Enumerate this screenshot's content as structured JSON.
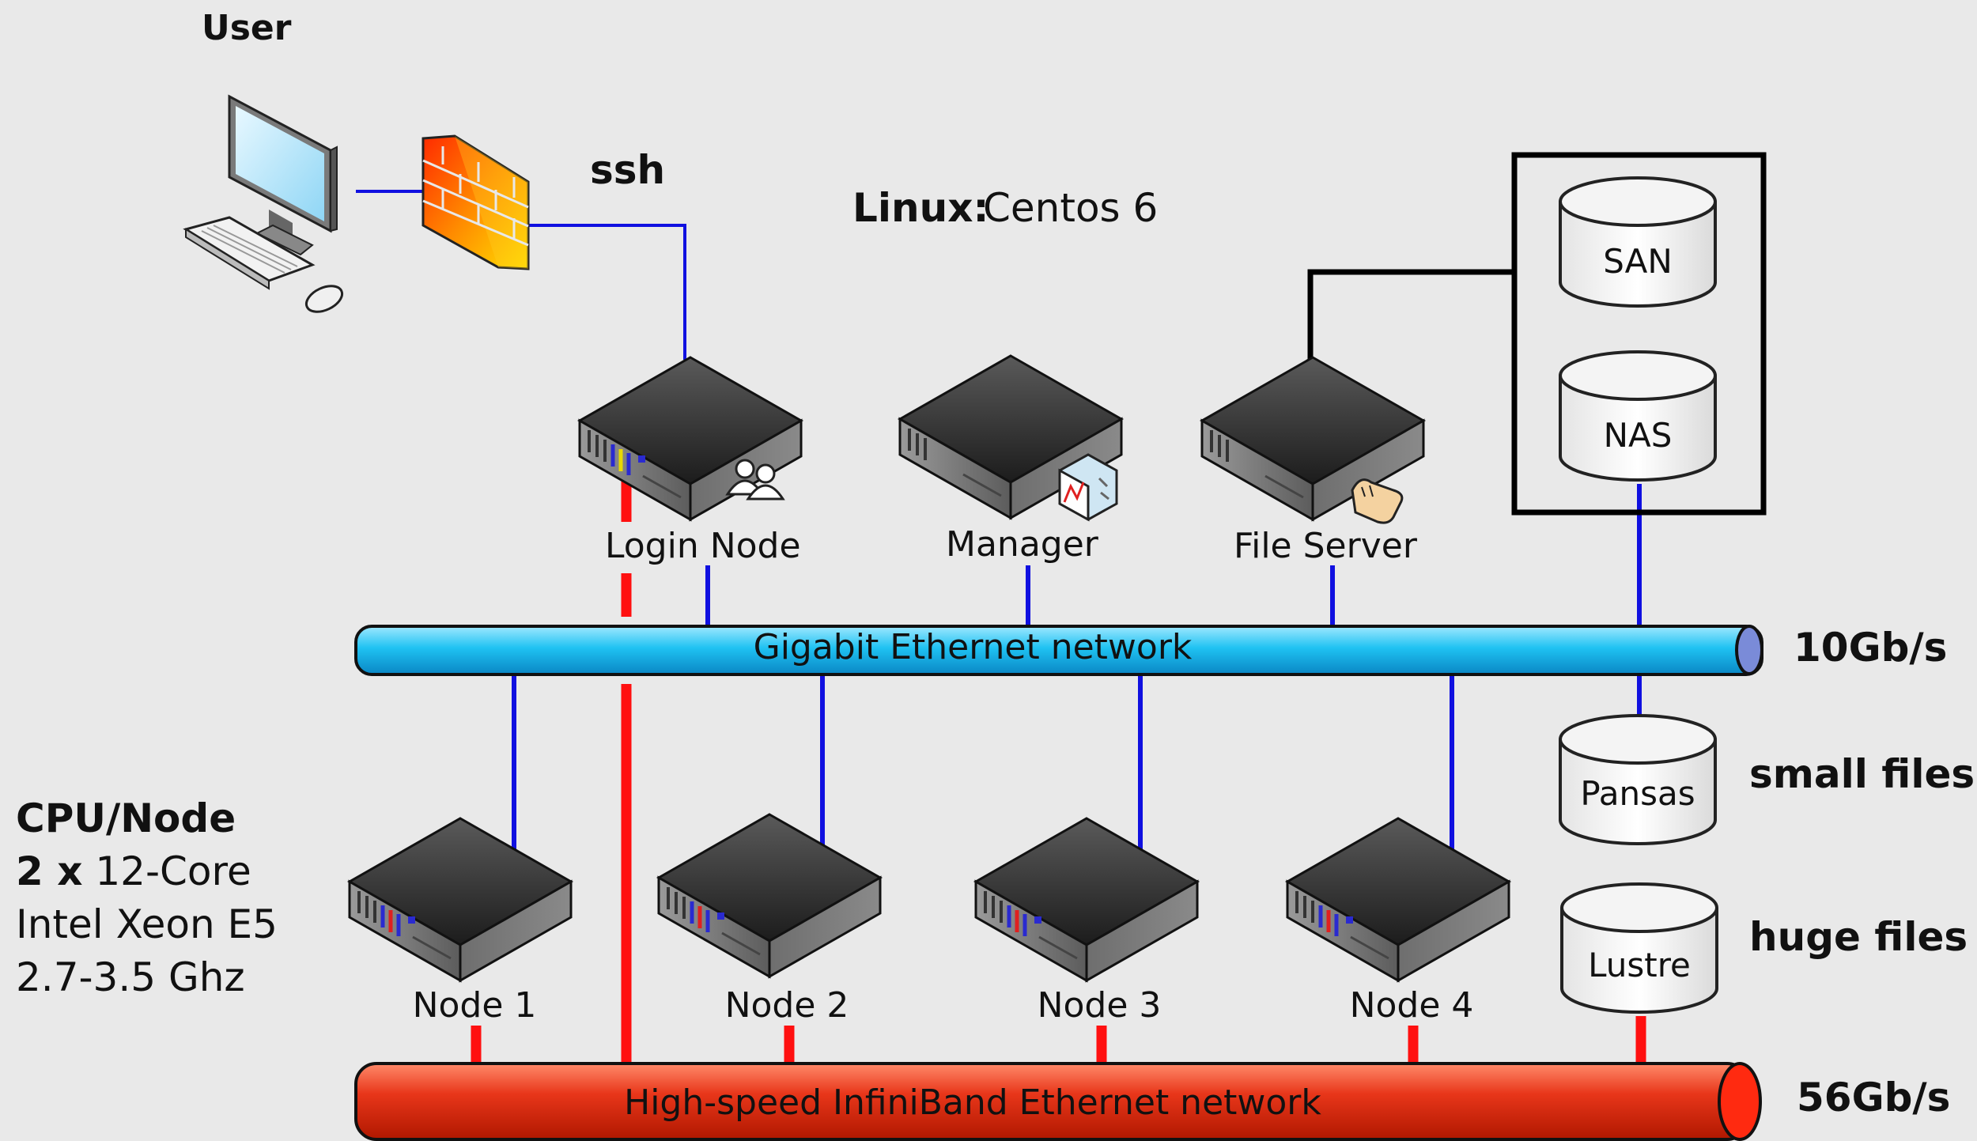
{
  "user_label": "User",
  "ssh_label": "ssh",
  "os": {
    "prefix": "Linux:",
    "name": "Centos 6"
  },
  "servers": {
    "login": "Login Node",
    "manager": "Manager",
    "file_server": "File Server"
  },
  "storage": {
    "san": "SAN",
    "nas": "NAS",
    "pansas": "Pansas",
    "lustre": "Lustre"
  },
  "networks": {
    "gigabit": {
      "label": "Gigabit Ethernet network",
      "speed": "10Gb/s",
      "color": "#1ab8ec"
    },
    "infiniband": {
      "label": "High-speed InfiniBand Ethernet network",
      "speed": "56Gb/s",
      "color": "#e3250d"
    }
  },
  "storage_notes": {
    "small": "small files",
    "huge": "huge files"
  },
  "nodes": [
    "Node 1",
    "Node 2",
    "Node 3",
    "Node 4"
  ],
  "cpu_info": {
    "title": "CPU/Node",
    "line1_bold": "2 x",
    "line1_rest": " 12-Core",
    "line2": "Intel Xeon E5",
    "line3": "2.7-3.5 Ghz"
  },
  "colors": {
    "ethernet_link": "#1010e0",
    "infiniband_link": "#ff1010",
    "background": "#e9e9e9"
  }
}
